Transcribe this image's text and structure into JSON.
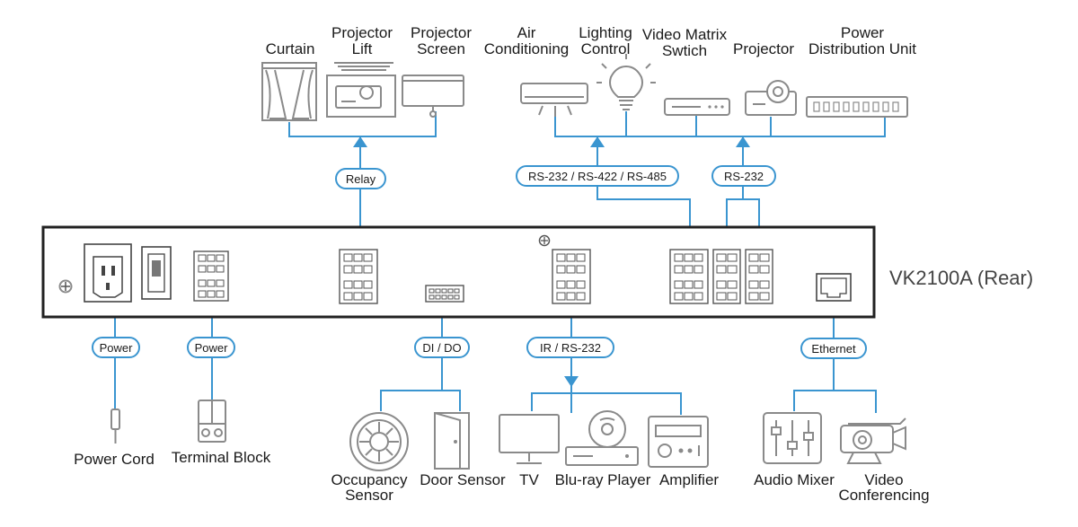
{
  "device": {
    "model": "VK2100A (Rear)"
  },
  "top_devices": [
    {
      "id": "curtain",
      "lines": [
        "Curtain"
      ],
      "icon": "curtain-icon"
    },
    {
      "id": "projector-lift",
      "lines": [
        "Projector",
        "Lift"
      ],
      "icon": "projector-lift-icon"
    },
    {
      "id": "projector-screen",
      "lines": [
        "Projector",
        "Screen"
      ],
      "icon": "projector-screen-icon"
    },
    {
      "id": "air-conditioning",
      "lines": [
        "Air",
        "Conditioning"
      ],
      "icon": "air-conditioner-icon"
    },
    {
      "id": "lighting-control",
      "lines": [
        "Lighting",
        "Control"
      ],
      "icon": "light-bulb-icon"
    },
    {
      "id": "video-matrix-switch",
      "lines": [
        "Video Matrix",
        "Swtich"
      ],
      "icon": "matrix-switch-icon"
    },
    {
      "id": "projector",
      "lines": [
        "Projector"
      ],
      "icon": "projector-icon"
    },
    {
      "id": "power-distribution-unit",
      "lines": [
        "Power",
        "Distribution Unit"
      ],
      "icon": "pdu-icon"
    }
  ],
  "bottom_devices": [
    {
      "id": "power-cord",
      "lines": [
        "Power Cord"
      ],
      "icon": "power-cord-icon"
    },
    {
      "id": "terminal-block",
      "lines": [
        "Terminal Block"
      ],
      "icon": "terminal-block-icon"
    },
    {
      "id": "occupancy-sensor",
      "lines": [
        "Occupancy",
        "Sensor"
      ],
      "icon": "occupancy-sensor-icon"
    },
    {
      "id": "door-sensor",
      "lines": [
        "Door Sensor"
      ],
      "icon": "door-icon"
    },
    {
      "id": "tv",
      "lines": [
        "TV"
      ],
      "icon": "tv-icon"
    },
    {
      "id": "blu-ray-player",
      "lines": [
        "Blu-ray Player"
      ],
      "icon": "disc-player-icon"
    },
    {
      "id": "amplifier",
      "lines": [
        "Amplifier"
      ],
      "icon": "amplifier-icon"
    },
    {
      "id": "audio-mixer",
      "lines": [
        "Audio Mixer"
      ],
      "icon": "mixer-icon"
    },
    {
      "id": "video-conferencing",
      "lines": [
        "Video",
        "Conferencing"
      ],
      "icon": "camera-icon"
    }
  ],
  "connections": {
    "relay": "Relay",
    "serial_multi": "RS-232 / RS-422 / RS-485",
    "serial": "RS-232",
    "power_cord": "Power",
    "power_terminal": "Power",
    "dido": "DI / DO",
    "ir_serial": "IR / RS-232",
    "ethernet": "Ethernet"
  },
  "colors": {
    "link": "#3a95d0",
    "icon": "#8a8a8a",
    "panel": "#222222"
  }
}
